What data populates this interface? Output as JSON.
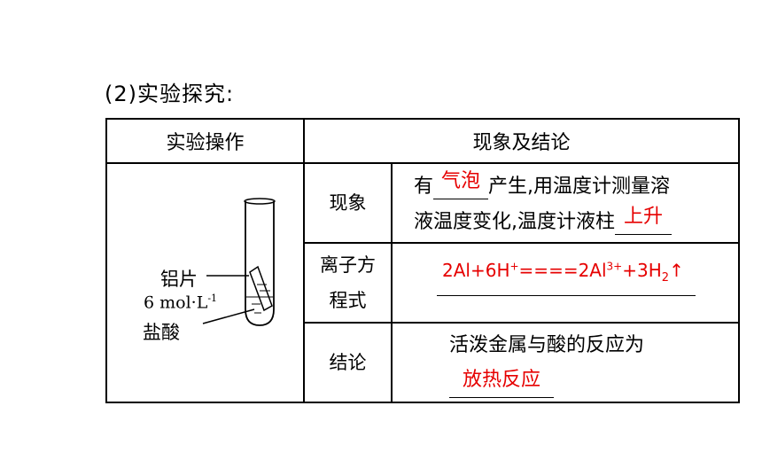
{
  "heading": "(2)实验探究:",
  "table": {
    "header_left": "实验操作",
    "header_right": "现象及结论",
    "apparatus": {
      "label_al": "铝片",
      "label_conc_main": "6 mol·L",
      "label_conc_sup": "-1",
      "label_acid": "盐酸"
    },
    "rows": [
      {
        "label": "现象",
        "text_prefix": "有",
        "blank1": "气泡",
        "text_mid": "产生,用温度计测量溶",
        "text_line2": "液温度变化,温度计液柱",
        "blank2": "上升"
      },
      {
        "label_line1": "离子方",
        "label_line2": "程式",
        "eq_part1": "2Al+6H",
        "eq_sup1": "+",
        "eq_part2": "====2Al",
        "eq_sup2": "3+",
        "eq_part3": "+3H",
        "eq_sub": "2",
        "eq_arrow": "↑"
      },
      {
        "label": "结论",
        "text_line1": "活泼金属与酸的反应为",
        "blank": "放热反应"
      }
    ]
  },
  "colors": {
    "answer": "#e60000",
    "border": "#000000"
  }
}
